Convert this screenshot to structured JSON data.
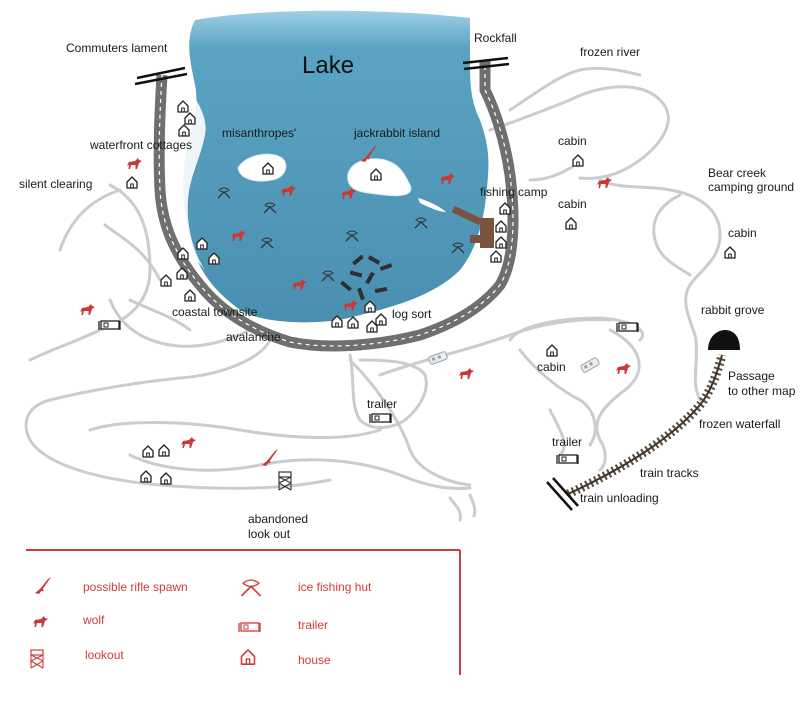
{
  "map": {
    "title": "Lake",
    "colors": {
      "lake": "#4f95b4",
      "lake_light": "#8cc4dc",
      "ice": "#ffffff",
      "road": "#6f6f6f",
      "trail": "#c9cdd0",
      "accent": "#d13b3b",
      "rail": "#5a4a3a",
      "text": "#1a1a1a"
    },
    "labels": [
      {
        "id": "commuters-lament",
        "text": "Commuters lament"
      },
      {
        "id": "rockfall",
        "text": "Rockfall"
      },
      {
        "id": "frozen-river",
        "text": "frozen river"
      },
      {
        "id": "waterfront-cottages",
        "text": "waterfront cottages"
      },
      {
        "id": "misanthropes",
        "text": "misanthropes'"
      },
      {
        "id": "jackrabbit-island",
        "text": "jackrabbit island"
      },
      {
        "id": "cabin-1",
        "text": "cabin"
      },
      {
        "id": "silent-clearing",
        "text": "silent clearing"
      },
      {
        "id": "fishing-camp",
        "text": "fishing camp"
      },
      {
        "id": "cabin-2",
        "text": "cabin"
      },
      {
        "id": "bear-creek-1",
        "text": "Bear creek"
      },
      {
        "id": "bear-creek-2",
        "text": "camping ground"
      },
      {
        "id": "cabin-3",
        "text": "cabin"
      },
      {
        "id": "coastal-townsite",
        "text": "coastal townsite"
      },
      {
        "id": "log-sort",
        "text": "log sort"
      },
      {
        "id": "rabbit-grove",
        "text": "rabbit grove"
      },
      {
        "id": "avalanche",
        "text": "avalanche"
      },
      {
        "id": "cabin-4",
        "text": "cabin"
      },
      {
        "id": "passage-1",
        "text": "Passage"
      },
      {
        "id": "passage-2",
        "text": "to other map"
      },
      {
        "id": "trailer-1",
        "text": "trailer"
      },
      {
        "id": "frozen-waterfall",
        "text": "frozen waterfall"
      },
      {
        "id": "trailer-2",
        "text": "trailer"
      },
      {
        "id": "train-tracks",
        "text": "train tracks"
      },
      {
        "id": "train-unloading",
        "text": "train unloading"
      },
      {
        "id": "abandoned-1",
        "text": "abandoned"
      },
      {
        "id": "abandoned-2",
        "text": "look out"
      }
    ],
    "legend": [
      {
        "icon": "rifle-icon",
        "label": "possible rifle spawn"
      },
      {
        "icon": "ice-fishing-hut-icon",
        "label": "ice fishing hut"
      },
      {
        "icon": "wolf-icon",
        "label": "wolf"
      },
      {
        "icon": "trailer-icon",
        "label": "trailer"
      },
      {
        "icon": "lookout-icon",
        "label": "lookout"
      },
      {
        "icon": "house-icon",
        "label": "house"
      }
    ]
  }
}
